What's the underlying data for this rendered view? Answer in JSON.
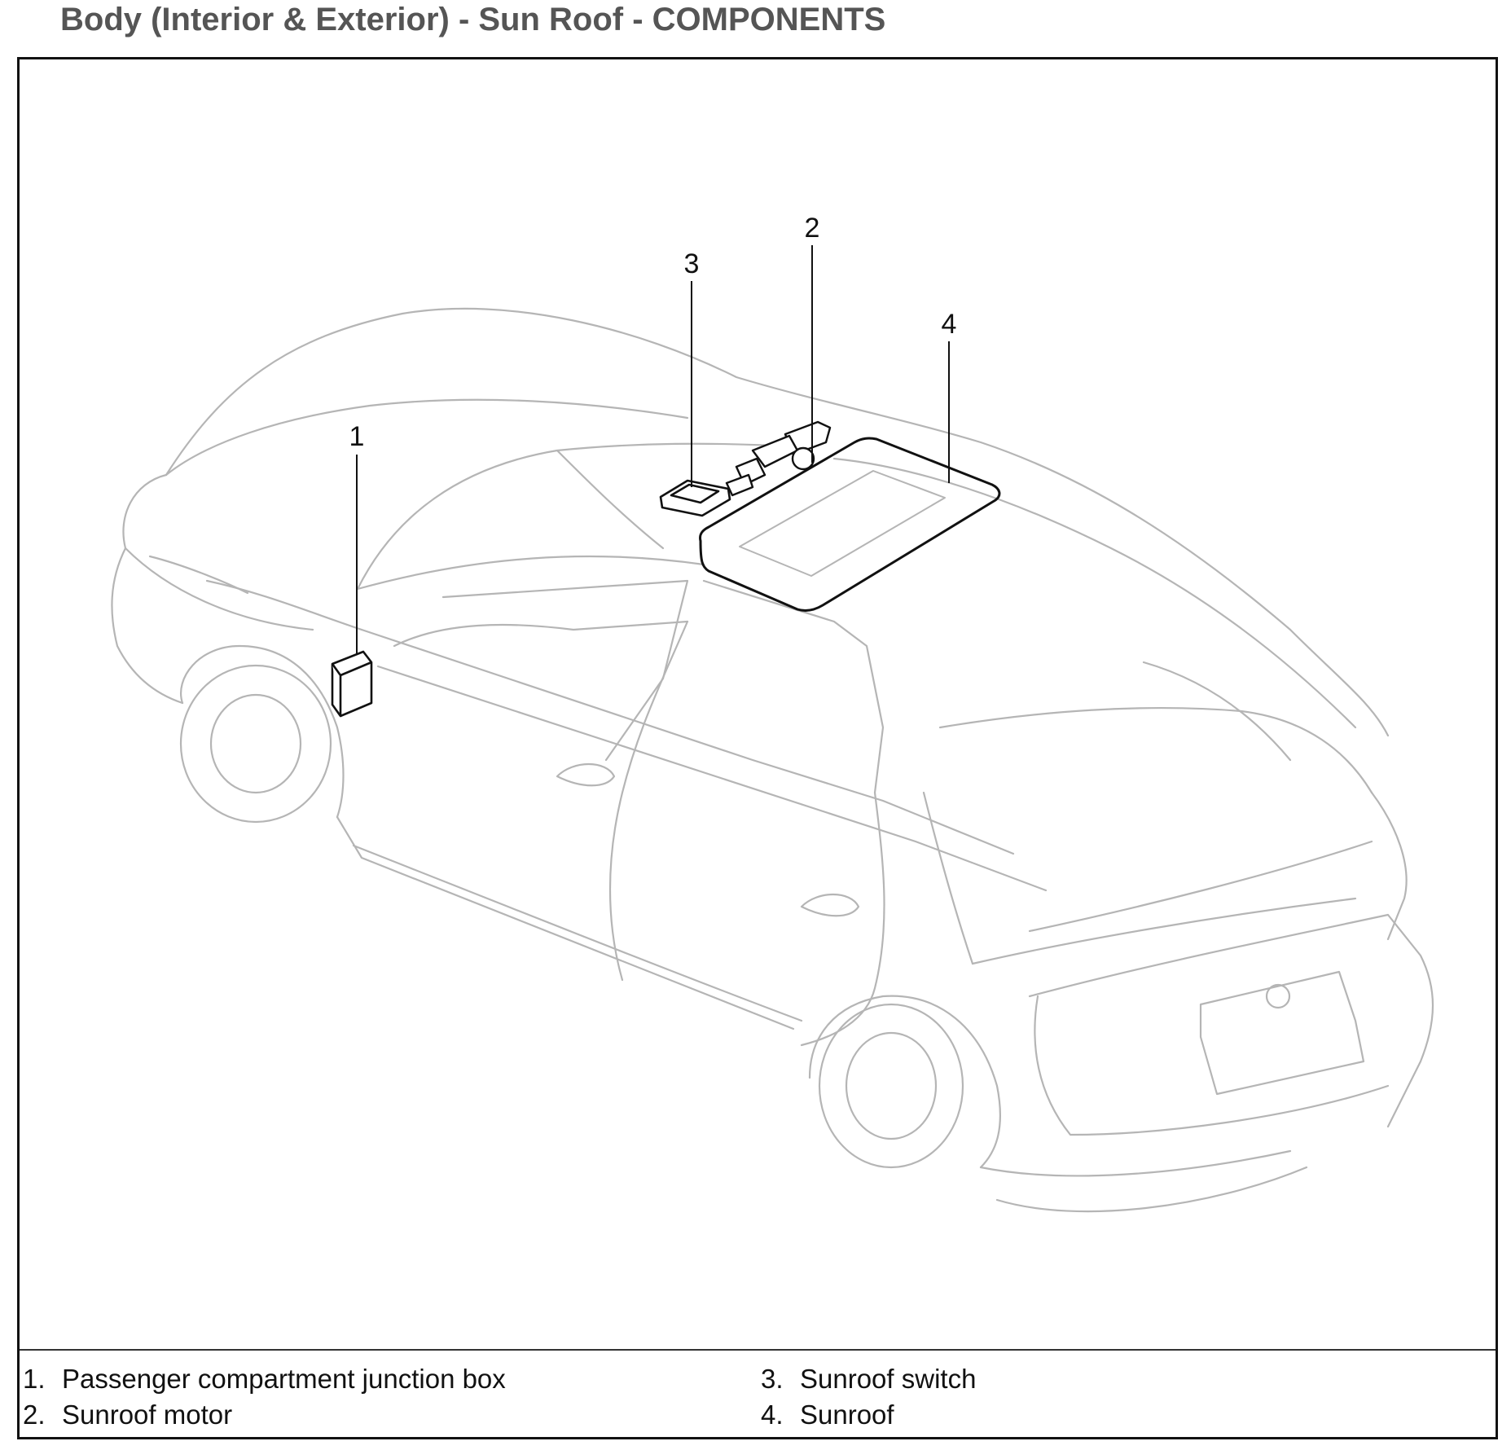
{
  "title": "Body (Interior & Exterior) - Sun Roof - COMPONENTS",
  "callouts": {
    "c1": "1",
    "c2": "2",
    "c3": "3",
    "c4": "4"
  },
  "legend": [
    {
      "num": "1.",
      "label": "Passenger compartment junction box"
    },
    {
      "num": "2.",
      "label": "Sunroof motor"
    },
    {
      "num": "3.",
      "label": "Sunroof switch"
    },
    {
      "num": "4.",
      "label": "Sunroof"
    }
  ],
  "colors": {
    "outline": "#b5b5b5",
    "component": "#111111",
    "title": "#555555"
  }
}
